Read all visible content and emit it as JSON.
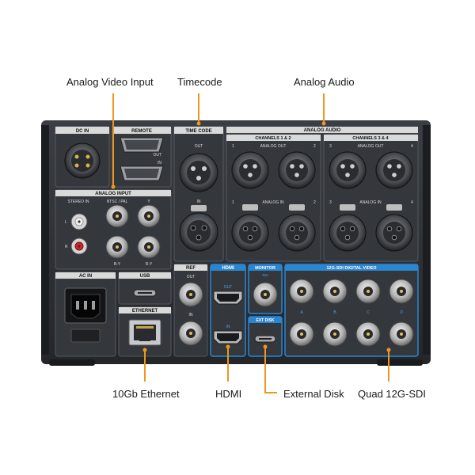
{
  "callouts": {
    "analog_video_input": "Analog Video Input",
    "timecode": "Timecode",
    "analog_audio": "Analog Audio",
    "ethernet_10gb": "10Gb Ethernet",
    "hdmi": "HDMI",
    "external_disk": "External Disk",
    "quad_12g_sdi": "Quad 12G-SDI"
  },
  "panel": {
    "dc_in": "DC IN",
    "remote": "REMOTE",
    "remote_out": "OUT",
    "remote_in": "IN",
    "timecode": "TIME CODE",
    "timecode_out": "OUT",
    "timecode_in": "IN",
    "analog_audio": "ANALOG AUDIO",
    "channels_1_2": "CHANNELS 1 & 2",
    "channels_3_4": "CHANNELS 3 & 4",
    "analog_out": "ANALOG OUT",
    "analog_in": "ANALOG IN",
    "ch1": "1",
    "ch2": "2",
    "ch3": "3",
    "ch4": "4",
    "analog_input": "ANALOG INPUT",
    "stereo_in": "STEREO IN",
    "ntsc_pal": "NTSC / PAL",
    "y_label": "Y",
    "l_label": "L",
    "r_label": "R",
    "by_label": "B-Y",
    "ry_label": "R-Y",
    "ac_in": "AC IN",
    "usb": "USB",
    "ethernet": "ETHERNET",
    "ref": "REF",
    "ref_out": "OUT",
    "ref_in": "IN",
    "hdmi": "HDMI",
    "hdmi_out": "OUT",
    "hdmi_in": "IN",
    "monitor": "MONITOR",
    "monitor_sub": "SDI",
    "ext_disk": "EXT DISK",
    "sdi_video": "12G-SDI DIGITAL VIDEO",
    "sdi_a": "A",
    "sdi_b": "B",
    "sdi_c": "C",
    "sdi_d": "D"
  },
  "colors": {
    "accent": "#f0961e",
    "sdi_blue": "#2a86d1",
    "chassis": "#2b2d31",
    "panel": "#3a3d42",
    "label_strip": "#d9d9d9"
  }
}
